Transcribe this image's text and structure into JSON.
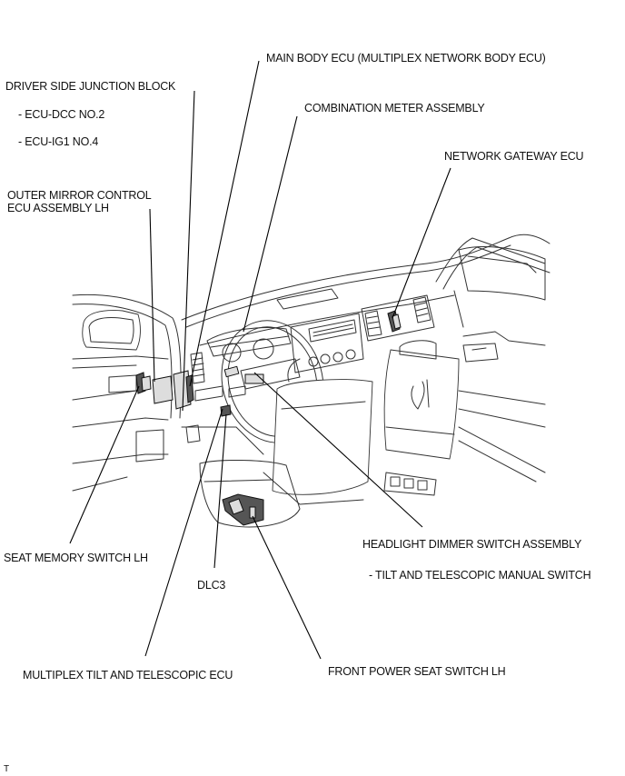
{
  "diagram": {
    "title": "Component location - multiplex network (driver side interior)",
    "labels": {
      "driver_side_junction_block": "DRIVER SIDE JUNCTION  BLOCK",
      "ecu_dcc_no2": "- ECU-DCC NO.2",
      "ecu_ig1_no4": "- ECU-IG1 NO.4",
      "outer_mirror_line1": "OUTER MIRROR CONTROL",
      "outer_mirror_line2": "ECU ASSEMBLY LH",
      "main_body_ecu": "MAIN BODY ECU (MULTIPLEX NETWORK BODY ECU)",
      "combination_meter": "COMBINATION METER ASSEMBLY",
      "network_gateway_ecu": "NETWORK GATEWAY ECU",
      "seat_memory_switch": "SEAT MEMORY SWITCH  LH",
      "dlc3": "DLC3",
      "multiplex_tilt_ecu": "MULTIPLEX TILT  AND TELESCOPIC ECU",
      "headlight_dimmer": "HEADLIGHT DIMMER SWITCH ASSEMBLY",
      "tilt_manual_switch": "- TILT  AND TELESCOPIC MANUAL SWITCH",
      "front_power_seat_switch": "FRONT POWER SEAT SWITCH  LH"
    },
    "footer_mark": "T"
  }
}
